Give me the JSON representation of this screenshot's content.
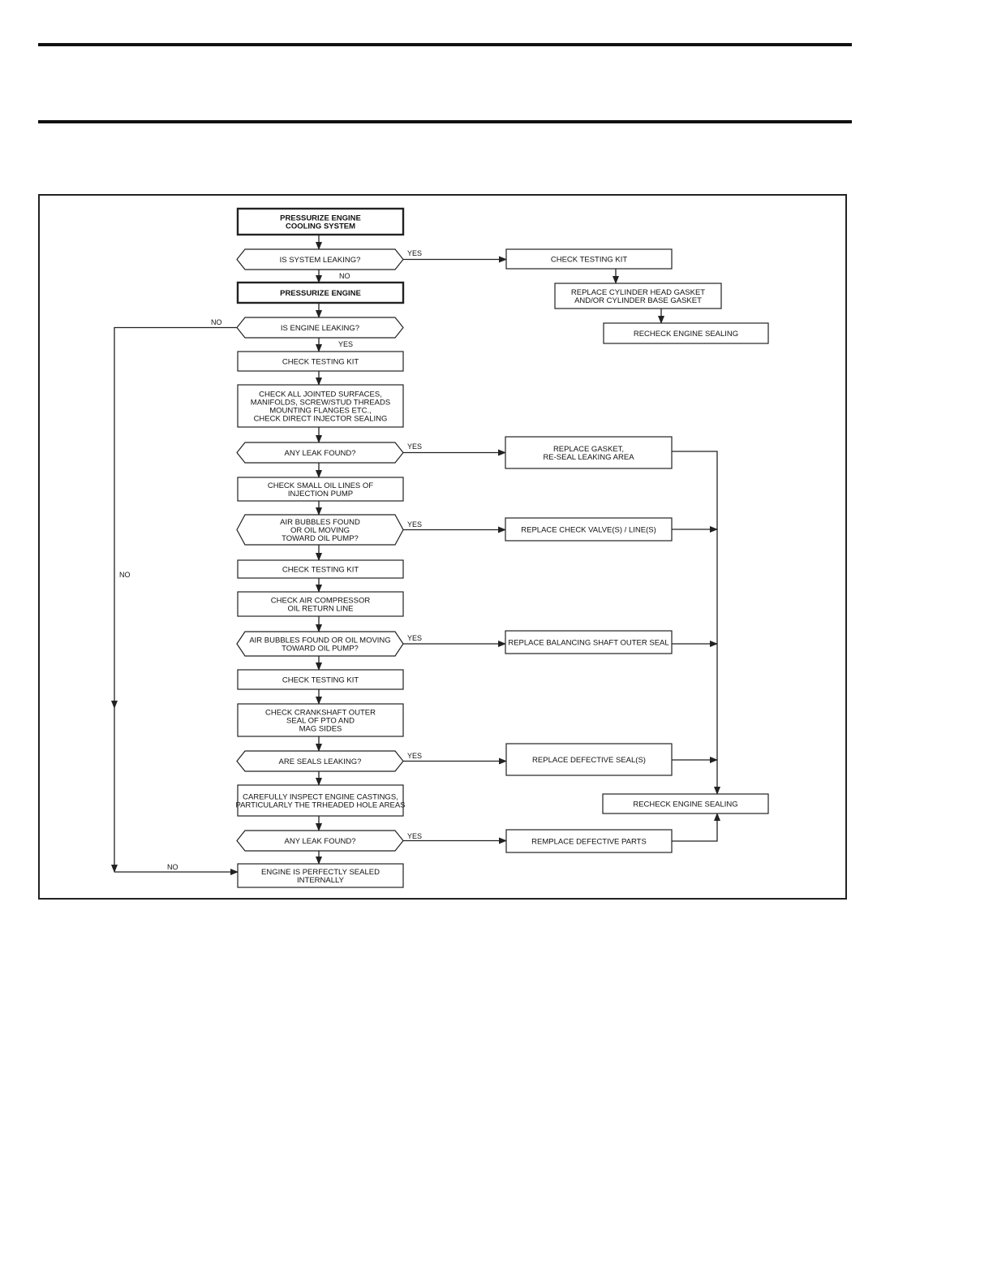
{
  "nodes": {
    "start": [
      "PRESSURIZE ENGINE",
      "COOLING SYSTEM"
    ],
    "q_system_leaking": [
      "IS SYSTEM LEAKING?"
    ],
    "pressurize_engine": [
      "PRESSURIZE ENGINE"
    ],
    "q_engine_leaking": [
      "IS ENGINE LEAKING?"
    ],
    "check_kit_1": [
      "CHECK TESTING KIT"
    ],
    "check_jointed": [
      "CHECK ALL JOINTED SURFACES,",
      "MANIFOLDS, SCREW/STUD THREADS",
      "MOUNTING FLANGES ETC.,",
      "CHECK DIRECT INJECTOR SEALING"
    ],
    "q_any_leak_1": [
      "ANY LEAK FOUND?"
    ],
    "check_small_oil": [
      "CHECK SMALL OIL LINES OF",
      "INJECTION PUMP"
    ],
    "q_air_bubbles_1": [
      "AIR BUBBLES FOUND",
      "OR OIL MOVING",
      "TOWARD OIL PUMP?"
    ],
    "check_kit_2": [
      "CHECK TESTING KIT"
    ],
    "check_air_comp": [
      "CHECK AIR COMPRESSOR",
      "OIL RETURN LINE"
    ],
    "q_air_bubbles_2": [
      "AIR BUBBLES FOUND OR OIL MOVING",
      "TOWARD OIL PUMP?"
    ],
    "check_kit_3": [
      "CHECK TESTING KIT"
    ],
    "check_crankshaft": [
      "CHECK CRANKSHAFT OUTER",
      "SEAL OF PTO AND",
      "MAG SIDES"
    ],
    "q_seals_leaking": [
      "ARE SEALS LEAKING?"
    ],
    "inspect_castings": [
      "CAREFULLY INSPECT ENGINE CASTINGS,",
      "PARTICULARLY THE TRHEADED HOLE AREAS"
    ],
    "q_any_leak_2": [
      "ANY LEAK FOUND?"
    ],
    "sealed": [
      "ENGINE IS PERFECTLY SEALED",
      "INTERNALLY"
    ],
    "r_check_kit": [
      "CHECK TESTING KIT"
    ],
    "r_replace_head_gasket": [
      "REPLACE CYLINDER HEAD GASKET",
      "AND/OR CYLINDER BASE GASKET"
    ],
    "r_recheck_1": [
      "RECHECK ENGINE SEALING"
    ],
    "r_replace_gasket": [
      "REPLACE GASKET,",
      "RE-SEAL LEAKING AREA"
    ],
    "r_replace_check_valve": [
      "REPLACE CHECK VALVE(S) / LINE(S)"
    ],
    "r_replace_balancing": [
      "REPLACE BALANCING SHAFT OUTER SEAL"
    ],
    "r_replace_seals": [
      "REPLACE DEFECTIVE SEAL(S)"
    ],
    "r_recheck_2": [
      "RECHECK ENGINE SEALING"
    ],
    "r_replace_parts": [
      "REMPLACE DEFECTIVE PARTS"
    ]
  },
  "edge_labels": {
    "yes": "YES",
    "no": "NO"
  },
  "colors": {
    "line": "#222222",
    "text": "#111111",
    "background": "#ffffff"
  }
}
